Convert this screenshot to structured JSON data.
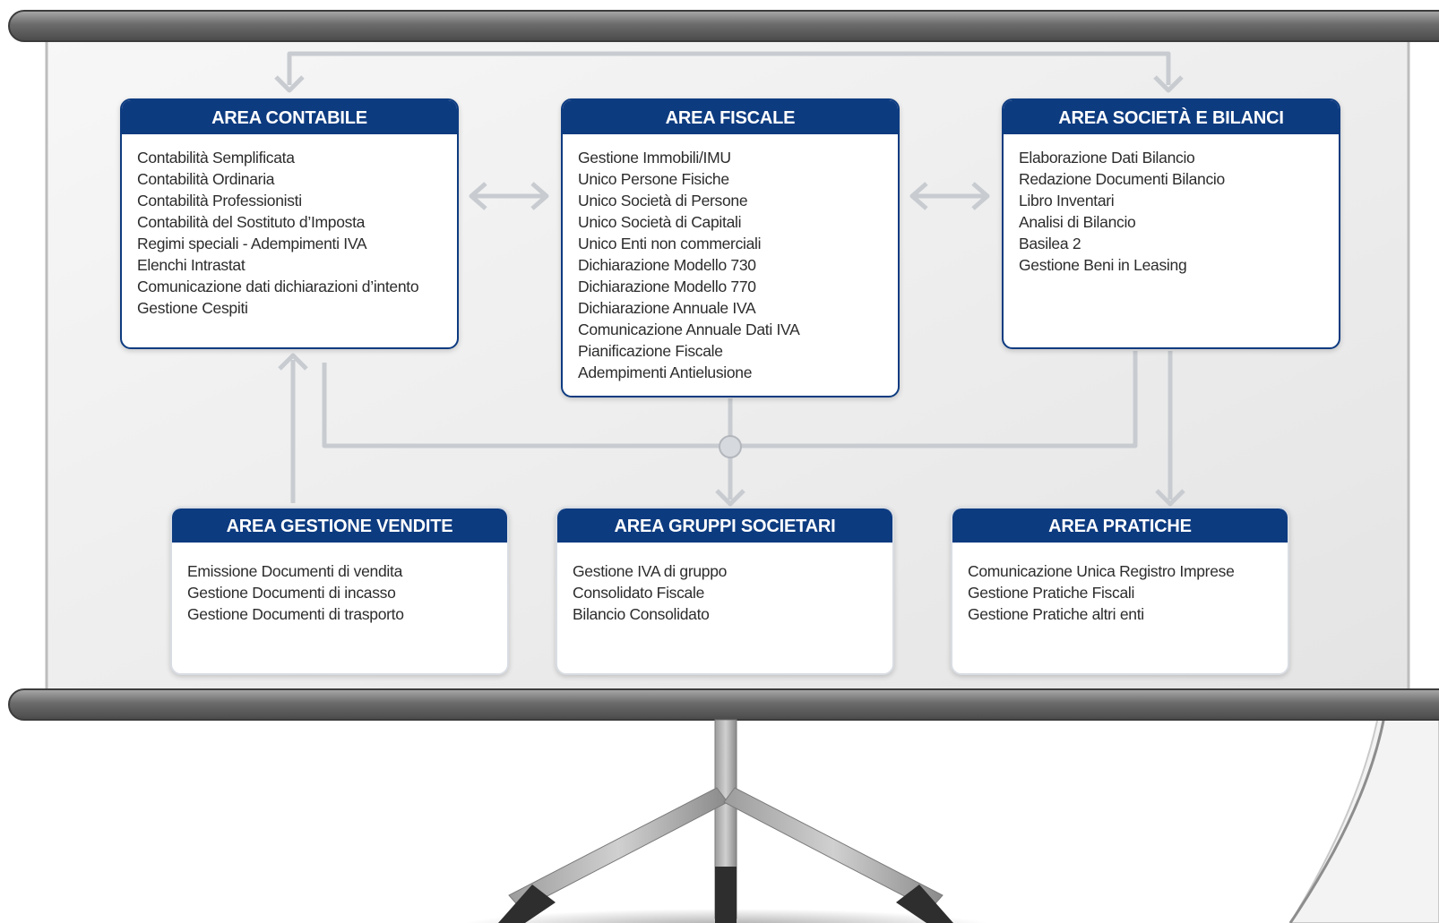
{
  "areas": {
    "contabile": {
      "title": "AREA CONTABILE",
      "items": [
        "Contabilità Semplificata",
        "Contabilità Ordinaria",
        "Contabilità Professionisti",
        "Contabilità del Sostituto d’Imposta",
        "Regimi speciali - Adempimenti IVA",
        "Elenchi Intrastat",
        "Comunicazione dati dichiarazioni d’intento",
        "Gestione Cespiti"
      ]
    },
    "fiscale": {
      "title": "AREA FISCALE",
      "items": [
        "Gestione Immobili/IMU",
        "Unico Persone Fisiche",
        "Unico Società di Persone",
        "Unico Società di Capitali",
        "Unico Enti non commerciali",
        "Dichiarazione Modello 730",
        "Dichiarazione Modello 770",
        "Dichiarazione Annuale IVA",
        "Comunicazione Annuale Dati IVA",
        "Pianificazione Fiscale",
        "Adempimenti Antielusione"
      ]
    },
    "societa": {
      "title": "AREA SOCIETÀ E BILANCI",
      "items": [
        "Elaborazione Dati Bilancio",
        "Redazione Documenti Bilancio",
        "Libro Inventari",
        "Analisi di Bilancio",
        "Basilea 2",
        "Gestione Beni in Leasing"
      ]
    },
    "vendite": {
      "title": "AREA GESTIONE VENDITE",
      "items": [
        "Emissione Documenti di vendita",
        "Gestione Documenti di incasso",
        "Gestione Documenti di trasporto"
      ]
    },
    "gruppi": {
      "title": "AREA GRUPPI SOCIETARI",
      "items": [
        "Gestione IVA di gruppo",
        "Consolidato Fiscale",
        "Bilancio Consolidato"
      ]
    },
    "pratiche": {
      "title": "AREA PRATICHE",
      "items": [
        "Comunicazione Unica Registro Imprese",
        "Gestione Pratiche Fiscali",
        "Gestione Pratiche altri enti"
      ]
    }
  },
  "colors": {
    "header_blue": "#0d3b80",
    "connector_gray": "#c8ccd1",
    "screen_bg": "#eeeeee",
    "frame_gray": "#8e8e8e"
  }
}
